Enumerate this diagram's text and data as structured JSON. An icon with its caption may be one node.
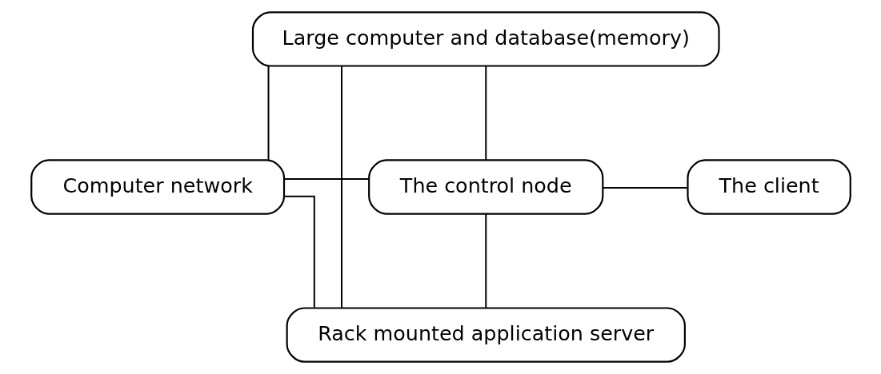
{
  "diagram": {
    "nodes": [
      {
        "text": [
          "Large computer and database(memory)"
        ]
      },
      {
        "text": [
          "Computer network"
        ]
      },
      {
        "text": [
          "The control node"
        ]
      },
      {
        "text": [
          "The client"
        ]
      },
      {
        "text": [
          "Rack mounted application server"
        ]
      }
    ],
    "edges": [
      {
        "from": 0,
        "to": 1,
        "arrow": "none"
      },
      {
        "from": 0,
        "to": 2,
        "arrow": "none"
      },
      {
        "from": 0,
        "to": 4,
        "arrow": "none"
      },
      {
        "from": 1,
        "to": 2,
        "arrow": "none"
      },
      {
        "from": 2,
        "to": 3,
        "arrow": "none"
      },
      {
        "from": 1,
        "to": 4,
        "arrow": "none"
      },
      {
        "from": 2,
        "to": 4,
        "arrow": "none"
      }
    ]
  }
}
